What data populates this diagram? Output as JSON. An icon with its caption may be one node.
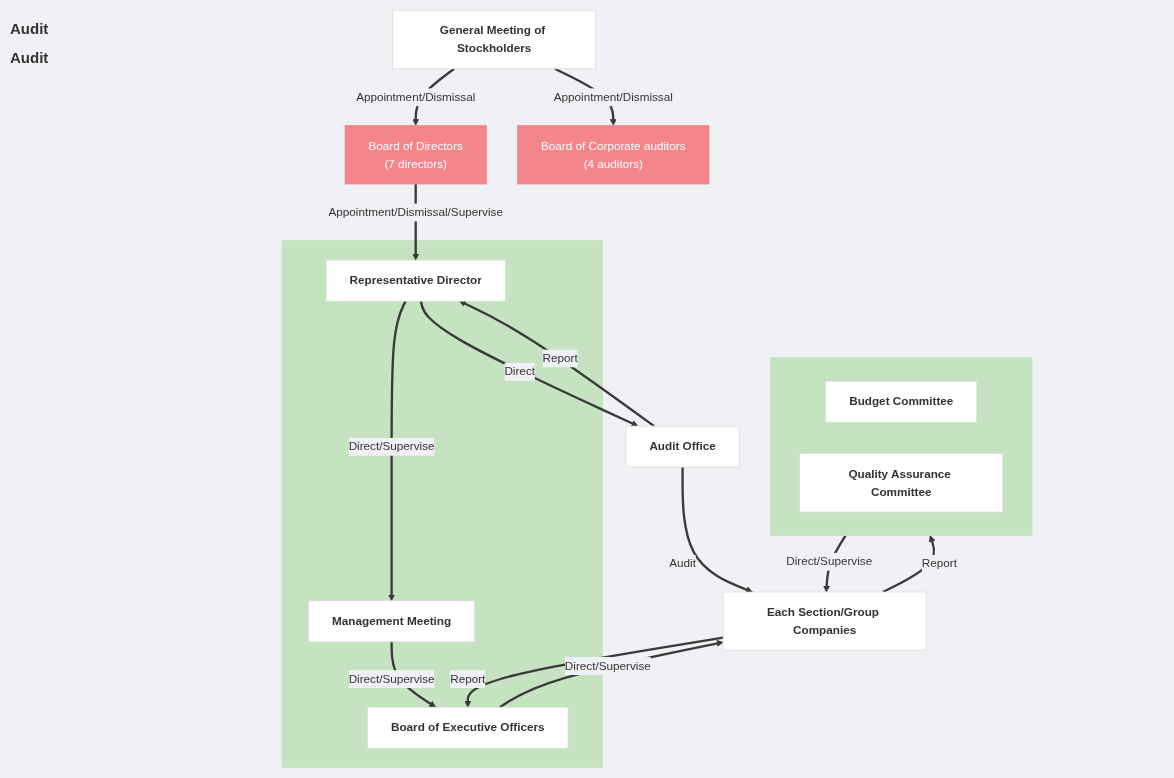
{
  "diagram": {
    "nodes": [
      {
        "text": [
          "General Meeting of Stockholders"
        ]
      },
      {
        "text": [
          "Board of Directors",
          "(7 directors)"
        ]
      },
      {
        "text": [
          "Board of Corporate auditors",
          "(4 auditors)"
        ]
      },
      {
        "text": [],
        "shape": "box"
      },
      {
        "text": [
          "Representative Director"
        ],
        "in": 3
      },
      {
        "text": [
          "Management Meeting"
        ],
        "in": 3
      },
      {
        "text": [
          "Board of Executive Officers"
        ],
        "in": 3
      },
      {
        "text": [
          "Audit Office"
        ]
      },
      {
        "text": [],
        "shape": "box"
      },
      {
        "text": [
          "Budget Committee"
        ],
        "in": 8
      },
      {
        "text": [
          "Quality Assurance Committee"
        ],
        "in": 8
      },
      {
        "text": [
          "Each Section/Group Companies"
        ]
      }
    ],
    "edges": [
      {
        "from": 0,
        "to": 1,
        "arrow": "to",
        "label": "Appointment/Dismissal"
      },
      {
        "from": 0,
        "to": 2,
        "arrow": "to",
        "label": "Appointment/Dismissal"
      },
      {
        "from": 1,
        "to": 4,
        "arrow": "to",
        "label": "Appointment/Dismissal/Supervise"
      },
      {
        "from": 4,
        "to": 5,
        "arrow": "to",
        "label": "Direct/Supervise"
      },
      {
        "from": 5,
        "to": 6,
        "arrow": "to",
        "label": "Direct/Supervise"
      },
      {
        "from": 4,
        "to": 7,
        "arrow": "to",
        "label": "Direct"
      },
      {
        "from": 7,
        "to": 4,
        "arrow": "to",
        "label": "Report"
      },
      {
        "from": 7,
        "to": 11,
        "arrow": "to",
        "label": "Audit"
      },
      {
        "from": 6,
        "to": 11,
        "arrow": "to",
        "label": "Direct/Supervise"
      },
      {
        "from": 11,
        "to": 6,
        "arrow": "to",
        "label": "Report"
      },
      {
        "from": 8,
        "to": 11,
        "arrow": "to",
        "label": "Direct/Supervise"
      },
      {
        "from": 11,
        "to": 8,
        "arrow": "to",
        "label": "Report"
      }
    ],
    "labels": [
      "Audit",
      "Audit"
    ]
  }
}
